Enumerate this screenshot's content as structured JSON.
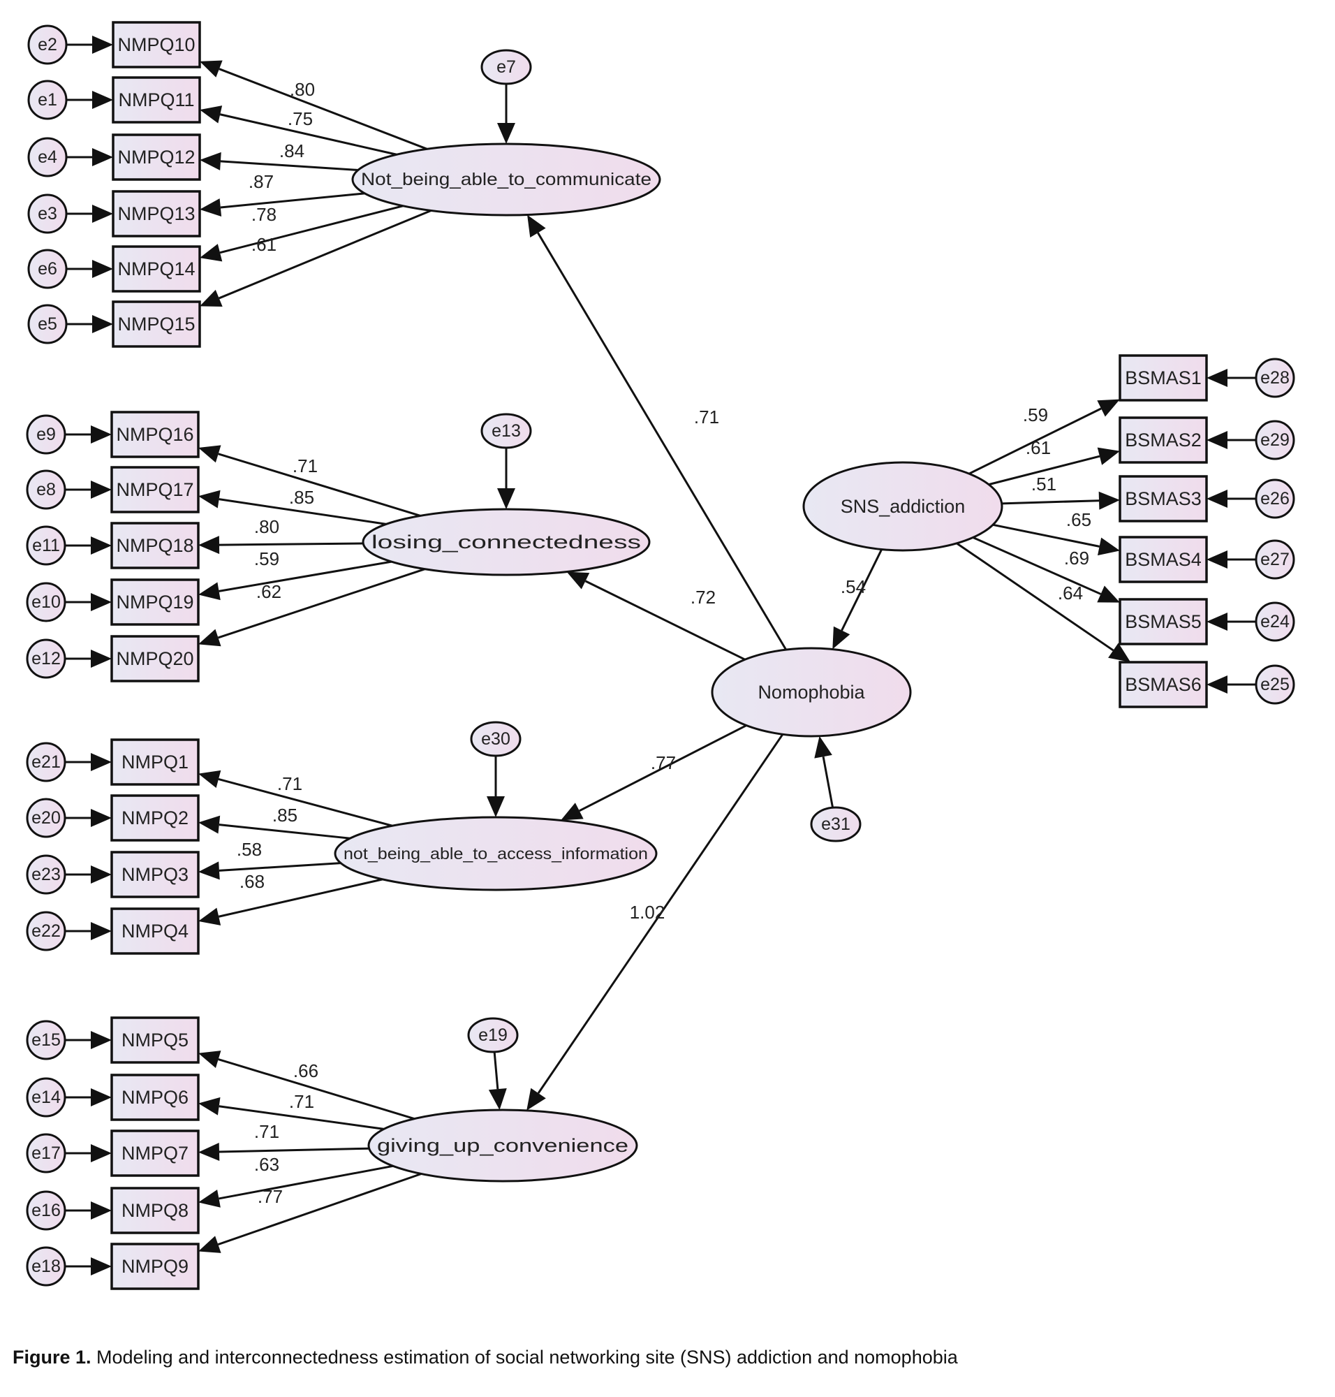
{
  "diagram": {
    "colors": {
      "stroke": "#111111",
      "fill_start": "#e8e8f3",
      "fill_end": "#f0dcec"
    },
    "latents": {
      "F1": "Not_being_able_to_communicate",
      "F2": "losing_connectedness",
      "F3": "not_being_able_to_access_information",
      "F4": "giving_up_convenience",
      "NOMO": "Nomophobia",
      "SNS": "SNS_addiction"
    },
    "indicators": {
      "NMPQ10": "NMPQ10",
      "NMPQ11": "NMPQ11",
      "NMPQ12": "NMPQ12",
      "NMPQ13": "NMPQ13",
      "NMPQ14": "NMPQ14",
      "NMPQ15": "NMPQ15",
      "NMPQ16": "NMPQ16",
      "NMPQ17": "NMPQ17",
      "NMPQ18": "NMPQ18",
      "NMPQ19": "NMPQ19",
      "NMPQ20": "NMPQ20",
      "NMPQ1": "NMPQ1",
      "NMPQ2": "NMPQ2",
      "NMPQ3": "NMPQ3",
      "NMPQ4": "NMPQ4",
      "NMPQ5": "NMPQ5",
      "NMPQ6": "NMPQ6",
      "NMPQ7": "NMPQ7",
      "NMPQ8": "NMPQ8",
      "NMPQ9": "NMPQ9",
      "BSMAS1": "BSMAS1",
      "BSMAS2": "BSMAS2",
      "BSMAS3": "BSMAS3",
      "BSMAS4": "BSMAS4",
      "BSMAS5": "BSMAS5",
      "BSMAS6": "BSMAS6"
    },
    "errors": {
      "e2": "e2",
      "e1": "e1",
      "e4": "e4",
      "e3": "e3",
      "e6": "e6",
      "e5": "e5",
      "e9": "e9",
      "e8": "e8",
      "e11": "e11",
      "e10": "e10",
      "e12": "e12",
      "e21": "e21",
      "e20": "e20",
      "e23": "e23",
      "e22": "e22",
      "e15": "e15",
      "e14": "e14",
      "e17": "e17",
      "e16": "e16",
      "e18": "e18",
      "e28": "e28",
      "e29": "e29",
      "e26": "e26",
      "e27": "e27",
      "e24": "e24",
      "e25": "e25",
      "e7": "e7",
      "e13": "e13",
      "e30": "e30",
      "e19": "e19",
      "e31": "e31"
    },
    "paths": [
      {
        "from": "F1",
        "to": "NMPQ10",
        "label": ".80"
      },
      {
        "from": "F1",
        "to": "NMPQ11",
        "label": ".75"
      },
      {
        "from": "F1",
        "to": "NMPQ12",
        "label": ".84"
      },
      {
        "from": "F1",
        "to": "NMPQ13",
        "label": ".87"
      },
      {
        "from": "F1",
        "to": "NMPQ14",
        "label": ".78"
      },
      {
        "from": "F1",
        "to": "NMPQ15",
        "label": ".61"
      },
      {
        "from": "F2",
        "to": "NMPQ16",
        "label": ".71"
      },
      {
        "from": "F2",
        "to": "NMPQ17",
        "label": ".85"
      },
      {
        "from": "F2",
        "to": "NMPQ18",
        "label": ".80"
      },
      {
        "from": "F2",
        "to": "NMPQ19",
        "label": ".59"
      },
      {
        "from": "F2",
        "to": "NMPQ20",
        "label": ".62"
      },
      {
        "from": "F3",
        "to": "NMPQ1",
        "label": ".71"
      },
      {
        "from": "F3",
        "to": "NMPQ2",
        "label": ".85"
      },
      {
        "from": "F3",
        "to": "NMPQ3",
        "label": ".58"
      },
      {
        "from": "F3",
        "to": "NMPQ4",
        "label": ".68"
      },
      {
        "from": "F4",
        "to": "NMPQ5",
        "label": ".66"
      },
      {
        "from": "F4",
        "to": "NMPQ6",
        "label": ".71"
      },
      {
        "from": "F4",
        "to": "NMPQ7",
        "label": ".71"
      },
      {
        "from": "F4",
        "to": "NMPQ8",
        "label": ".63"
      },
      {
        "from": "F4",
        "to": "NMPQ9",
        "label": ".77"
      },
      {
        "from": "SNS",
        "to": "BSMAS1",
        "label": ".59"
      },
      {
        "from": "SNS",
        "to": "BSMAS2",
        "label": ".61"
      },
      {
        "from": "SNS",
        "to": "BSMAS3",
        "label": ".51"
      },
      {
        "from": "SNS",
        "to": "BSMAS4",
        "label": ".65"
      },
      {
        "from": "SNS",
        "to": "BSMAS5",
        "label": ".69"
      },
      {
        "from": "SNS",
        "to": "BSMAS6",
        "label": ".64"
      },
      {
        "from": "NOMO",
        "to": "F1",
        "label": ".71"
      },
      {
        "from": "NOMO",
        "to": "F2",
        "label": ".72"
      },
      {
        "from": "NOMO",
        "to": "F3",
        "label": ".77"
      },
      {
        "from": "NOMO",
        "to": "F4",
        "label": "1.02"
      },
      {
        "from": "SNS",
        "to": "NOMO",
        "label": ".54"
      }
    ],
    "error_paths": [
      {
        "from": "e2",
        "to": "NMPQ10"
      },
      {
        "from": "e1",
        "to": "NMPQ11"
      },
      {
        "from": "e4",
        "to": "NMPQ12"
      },
      {
        "from": "e3",
        "to": "NMPQ13"
      },
      {
        "from": "e6",
        "to": "NMPQ14"
      },
      {
        "from": "e5",
        "to": "NMPQ15"
      },
      {
        "from": "e9",
        "to": "NMPQ16"
      },
      {
        "from": "e8",
        "to": "NMPQ17"
      },
      {
        "from": "e11",
        "to": "NMPQ18"
      },
      {
        "from": "e10",
        "to": "NMPQ19"
      },
      {
        "from": "e12",
        "to": "NMPQ20"
      },
      {
        "from": "e21",
        "to": "NMPQ1"
      },
      {
        "from": "e20",
        "to": "NMPQ2"
      },
      {
        "from": "e23",
        "to": "NMPQ3"
      },
      {
        "from": "e22",
        "to": "NMPQ4"
      },
      {
        "from": "e15",
        "to": "NMPQ5"
      },
      {
        "from": "e14",
        "to": "NMPQ6"
      },
      {
        "from": "e17",
        "to": "NMPQ7"
      },
      {
        "from": "e16",
        "to": "NMPQ8"
      },
      {
        "from": "e18",
        "to": "NMPQ9"
      },
      {
        "from": "e28",
        "to": "BSMAS1"
      },
      {
        "from": "e29",
        "to": "BSMAS2"
      },
      {
        "from": "e26",
        "to": "BSMAS3"
      },
      {
        "from": "e27",
        "to": "BSMAS4"
      },
      {
        "from": "e24",
        "to": "BSMAS5"
      },
      {
        "from": "e25",
        "to": "BSMAS6"
      },
      {
        "from": "e7",
        "to": "F1"
      },
      {
        "from": "e13",
        "to": "F2"
      },
      {
        "from": "e30",
        "to": "F3"
      },
      {
        "from": "e19",
        "to": "F4"
      },
      {
        "from": "e31",
        "to": "NOMO"
      }
    ]
  },
  "caption": {
    "label": "Figure 1.",
    "text": " Modeling and interconnectedness estimation of social networking site (SNS) addiction and nomophobia"
  }
}
